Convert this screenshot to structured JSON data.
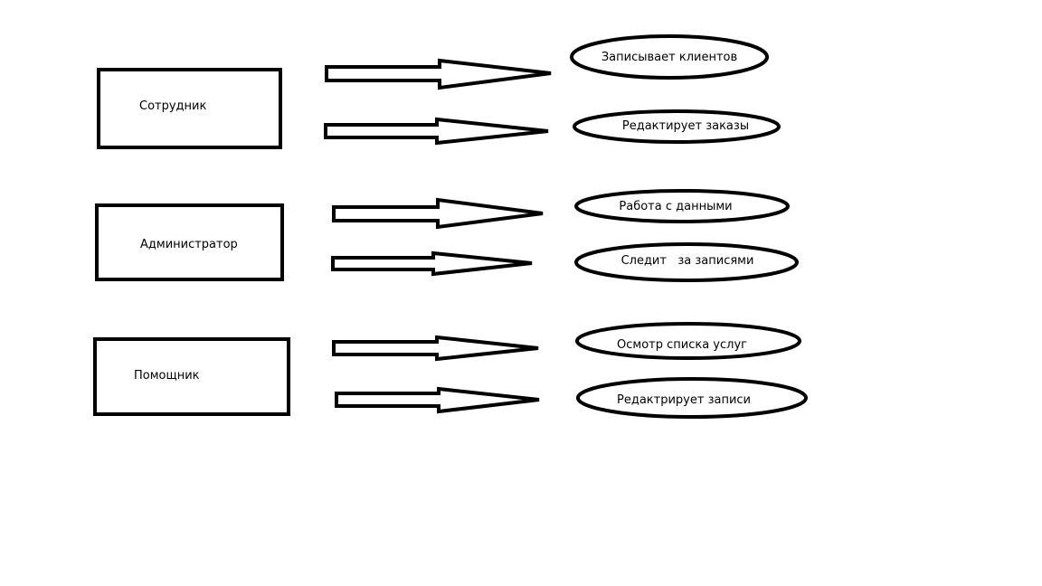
{
  "diagram": {
    "actors": [
      {
        "label": "Сотрудник",
        "actions": [
          "Записывает клиентов",
          "Редактирует заказы"
        ]
      },
      {
        "label": "Администратор",
        "actions": [
          "Работа с данными",
          "Следит   за записями"
        ]
      },
      {
        "label": "Помощник",
        "actions": [
          "Осмотр списка услуг",
          "Редактрирует записи"
        ]
      }
    ],
    "colors": {
      "background": "#ffffff",
      "stroke": "#000000"
    }
  }
}
